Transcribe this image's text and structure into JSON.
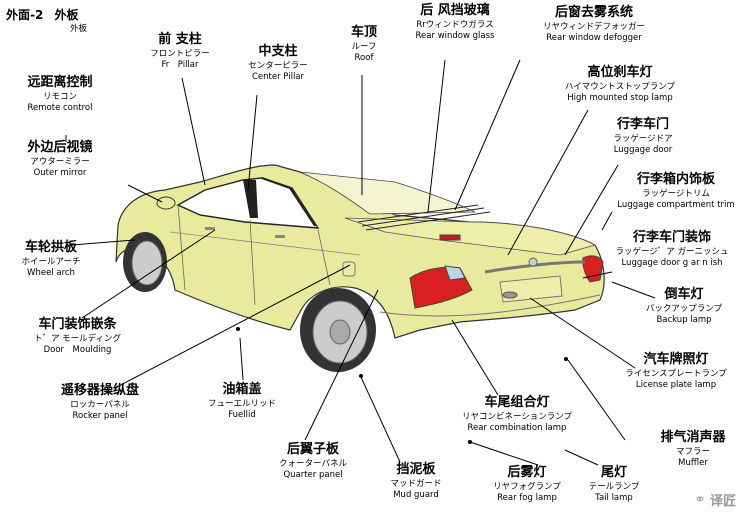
{
  "header": {
    "code": "外面-2",
    "title_zh": "外板",
    "title_ja": "外板"
  },
  "labels": [
    {
      "key": "rear-window-glass",
      "zh": "后 风挡玻璃",
      "ja": "Rrウィンドウガラス",
      "en": "Rear window glass"
    },
    {
      "key": "rear-defogger",
      "zh": "后窗去雾系统",
      "ja": "リヤウィンドデフォッガー",
      "en": "Rear window defogger"
    },
    {
      "key": "roof",
      "zh": "车顶",
      "ja": "ルーフ",
      "en": "Roof"
    },
    {
      "key": "front-pillar",
      "zh": "前 支柱",
      "ja": "フロントピラー",
      "en": "Fr　Pillar"
    },
    {
      "key": "center-pillar",
      "zh": "中支柱",
      "ja": "センターピラー",
      "en": "Center Pillar"
    },
    {
      "key": "remote-control",
      "zh": "远距离控制",
      "ja": "リモコン",
      "en": "Remote control"
    },
    {
      "key": "outer-mirror",
      "zh": "外边后视镜",
      "ja": "アウターミラー",
      "en": "Outer mirror"
    },
    {
      "key": "high-stop-lamp",
      "zh": "高位刹车灯",
      "ja": "ハイマウントストップランプ",
      "en": "High mounted stop lamp"
    },
    {
      "key": "luggage-door",
      "zh": "行李车门",
      "ja": "ラッゲージドア",
      "en": "Luggage door"
    },
    {
      "key": "luggage-trim",
      "zh": "行李箱内饰板",
      "ja": "ラッゲージトリム",
      "en": "Luggage compartment trim"
    },
    {
      "key": "luggage-garnish",
      "zh": "行李车门装饰",
      "ja": "ラッゲージ゛ア ガーニッシュ",
      "en": "Luggage door g ar n ish"
    },
    {
      "key": "wheel-arch",
      "zh": "车轮拱板",
      "ja": "ホイールアーチ",
      "en": "Wheel arch"
    },
    {
      "key": "door-moulding",
      "zh": "车门装饰嵌条",
      "ja": "ト゛ア モールディング",
      "en": "Door　Moulding"
    },
    {
      "key": "backup-lamp",
      "zh": "倒车灯",
      "ja": "バックアップランプ",
      "en": "Backup lamp"
    },
    {
      "key": "rocker-panel",
      "zh": "遥移器操纵盘",
      "ja": "ロッカーパネル",
      "en": "Rocker panel"
    },
    {
      "key": "fuel-lid",
      "zh": "油箱盖",
      "ja": "フューエルリッド",
      "en": "Fuellid"
    },
    {
      "key": "license-lamp",
      "zh": "汽车牌照灯",
      "ja": "ライセンスプレートランプ",
      "en": "License plate lamp"
    },
    {
      "key": "rear-combination-lamp",
      "zh": "车尾组合灯",
      "ja": "リヤコンビネーションランプ",
      "en": "Rear combination lamp"
    },
    {
      "key": "quarter-panel",
      "zh": "后翼子板",
      "ja": "クォーターパネル",
      "en": "Quarter panel"
    },
    {
      "key": "mud-guard",
      "zh": "挡泥板",
      "ja": "マッドガード",
      "en": "Mud guard"
    },
    {
      "key": "muffler",
      "zh": "排气消声器",
      "ja": "マフラー",
      "en": "Muffler"
    },
    {
      "key": "rear-fog-lamp",
      "zh": "后雾灯",
      "ja": "リヤフォグランプ",
      "en": "Rear fog lamp"
    },
    {
      "key": "tail-lamp",
      "zh": "尾灯",
      "ja": "テールランプ",
      "en": "Tail lamp"
    }
  ],
  "watermark": {
    "text": "译匠",
    "icon": "wechat-icon"
  },
  "colors": {
    "body": "#eaea9e",
    "tail_lamp": "#d82020",
    "glass": "#ffffff",
    "leader": "#000000"
  }
}
